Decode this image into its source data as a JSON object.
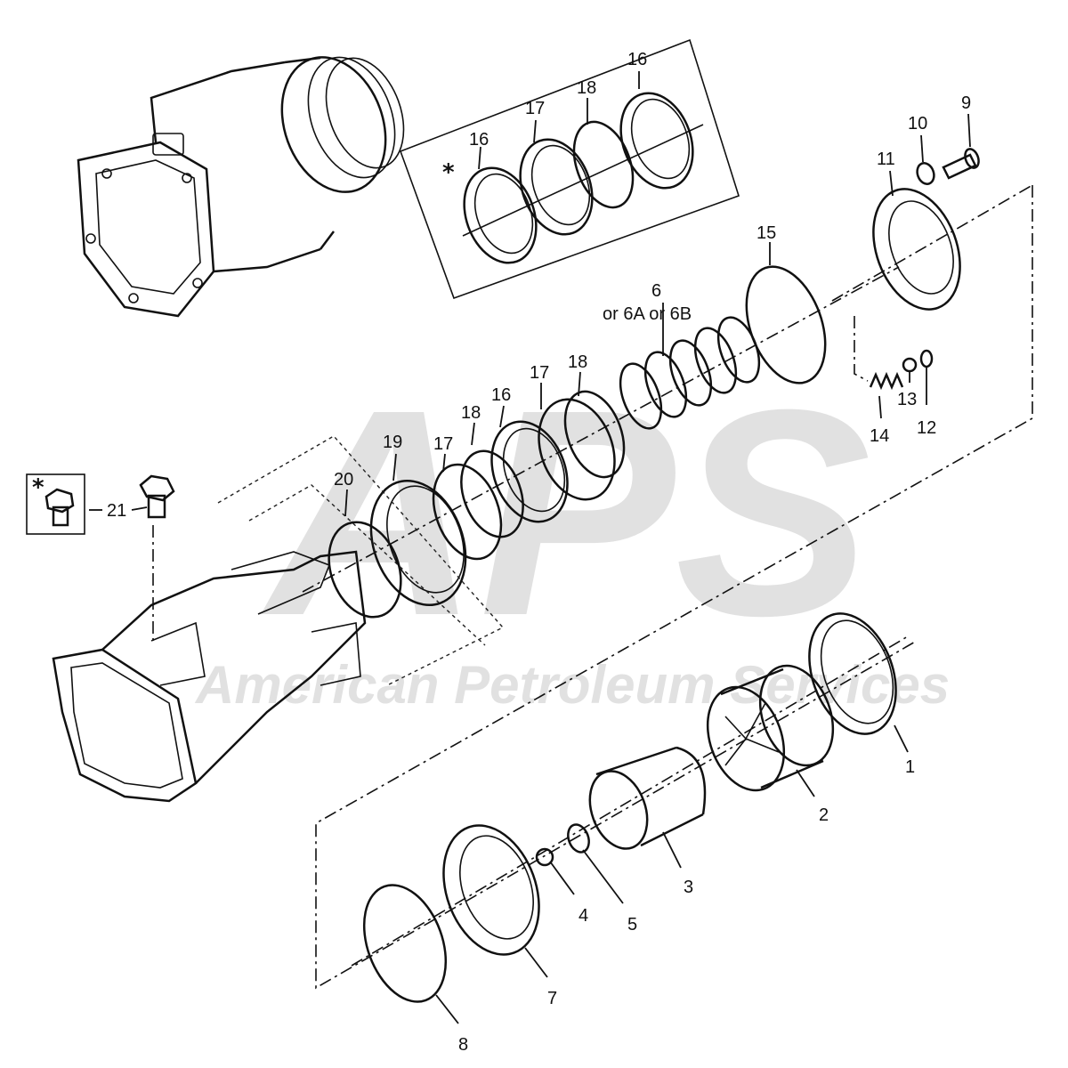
{
  "watermark": {
    "logo_text": "APS",
    "company": "American Petroleum Services"
  },
  "callouts": {
    "c1": "1",
    "c2": "2",
    "c3": "3",
    "c4": "4",
    "c5": "5",
    "c6": "6",
    "c6_alt": "or 6A or 6B",
    "c7": "7",
    "c8": "8",
    "c9": "9",
    "c10": "10",
    "c11": "11",
    "c12": "12",
    "c13": "13",
    "c14": "14",
    "c15": "15",
    "c16_inset_a": "16",
    "c16_inset_b": "16",
    "c17_inset": "17",
    "c18_inset": "18",
    "c16": "16",
    "c17_a": "17",
    "c18_a": "18",
    "c17_b": "17",
    "c18_b": "18",
    "c19": "19",
    "c20": "20",
    "c21": "21"
  },
  "markers": {
    "inset_star": "*",
    "bolt_star": "*"
  }
}
